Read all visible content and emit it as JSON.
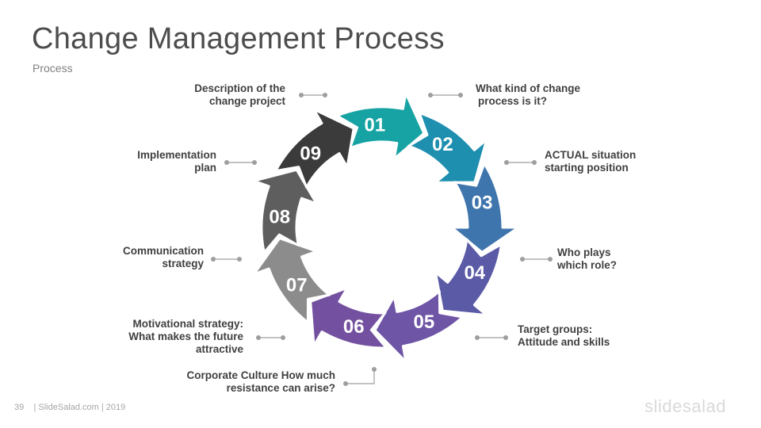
{
  "slide": {
    "title": "Change Management Process",
    "subtitle": "Process"
  },
  "steps": [
    {
      "num": "01",
      "label_lines": [
        "Description of the",
        "change project"
      ],
      "color": "#17a3a3"
    },
    {
      "num": "02",
      "label_lines": [
        "What kind of change",
        "process is it?"
      ],
      "color": "#1f8fb0"
    },
    {
      "num": "03",
      "label_lines": [
        "ACTUAL situation",
        "starting position"
      ],
      "color": "#3f75ad"
    },
    {
      "num": "04",
      "label_lines": [
        "Who plays",
        "which role?"
      ],
      "color": "#5a5aa6"
    },
    {
      "num": "05",
      "label_lines": [
        "Target groups:",
        "Attitude and skills"
      ],
      "color": "#6f55a6"
    },
    {
      "num": "06",
      "label_lines": [
        "Corporate Culture How much",
        "resistance can arise?"
      ],
      "color": "#7451a0"
    },
    {
      "num": "07",
      "label_lines": [
        "Motivational strategy:",
        "What makes the future",
        "attractive"
      ],
      "color": "#8c8c8c"
    },
    {
      "num": "08",
      "label_lines": [
        "Communication",
        "strategy"
      ],
      "color": "#5e5e5e"
    },
    {
      "num": "09",
      "label_lines": [
        "Implementation",
        "plan"
      ],
      "color": "#3b3b3b"
    }
  ],
  "footer": {
    "page_number": "39",
    "credit": "| SlideSalad.com | 2019",
    "brand": "slidesalad"
  },
  "colors": {
    "connector": "#9e9e9e",
    "title": "#4d4d4d"
  }
}
